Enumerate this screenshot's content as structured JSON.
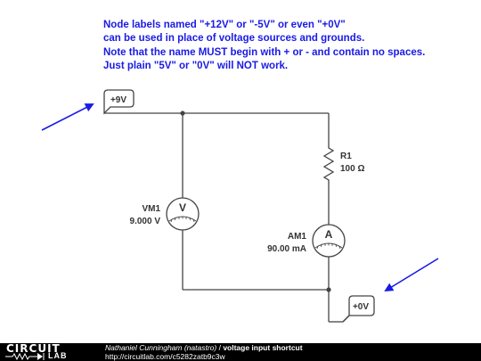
{
  "note_lines": [
    "Node labels named \"+12V\" or \"-5V\" or even \"+0V\"",
    "can be used in place of voltage sources and grounds.",
    "Note that the name MUST begin with + or - and contain no spaces.",
    "Just plain \"5V\" or \"0V\" will NOT work."
  ],
  "labels": {
    "node_top": "+9V",
    "node_bottom": "+0V",
    "r1_name": "R1",
    "r1_value": "100 Ω",
    "vm1_name": "VM1",
    "vm1_value": "9.000 V",
    "vm1_symbol": "V",
    "am1_name": "AM1",
    "am1_value": "90.00 mA",
    "am1_symbol": "A"
  },
  "footer": {
    "brand_top": "CIRCUIT",
    "brand_bottom": "LAB",
    "author": "Nathaniel Cunningham (natastro)",
    "separator": " / ",
    "title": "voltage input shortcut",
    "url": "http://circuitlab.com/c5282zatb9c3w"
  },
  "colors": {
    "note_text": "#1a1ae6",
    "arrow": "#1a1ae6",
    "wire": "#444444",
    "footer_bg": "#000000"
  }
}
